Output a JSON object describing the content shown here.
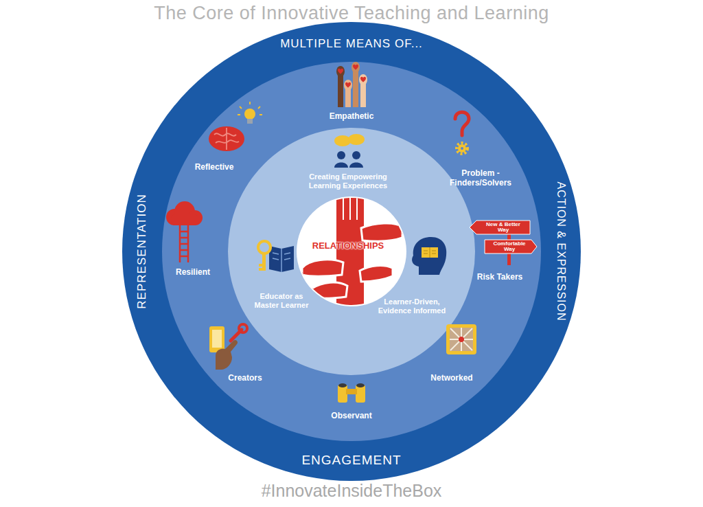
{
  "diagram": {
    "title": "The Core of Innovative Teaching and Learning",
    "caption": "#InnovateInsideTheBox",
    "nodes": [
      {
        "text": [
          "MULTIPLE MEANS OF...",
          "REPRESENTATION",
          "ACTION & EXPRESSION",
          "ENGAGEMENT"
        ]
      },
      {
        "text": [
          "Empathetic",
          "Problem - Finders/Solvers",
          "Risk Takers",
          "Networked",
          "Observant",
          "Creators",
          "Resilient",
          "Reflective"
        ],
        "in": 0
      },
      {
        "text": [
          "Creating Empowering Learning Experiences",
          "Learner-Driven, Evidence Informed",
          "Educator as Master Learner"
        ],
        "in": 1
      },
      {
        "text": [
          "RELATIONSHIPS"
        ],
        "in": 2
      }
    ],
    "labels": [
      "New & Better Way",
      "Comfortable Way"
    ]
  }
}
